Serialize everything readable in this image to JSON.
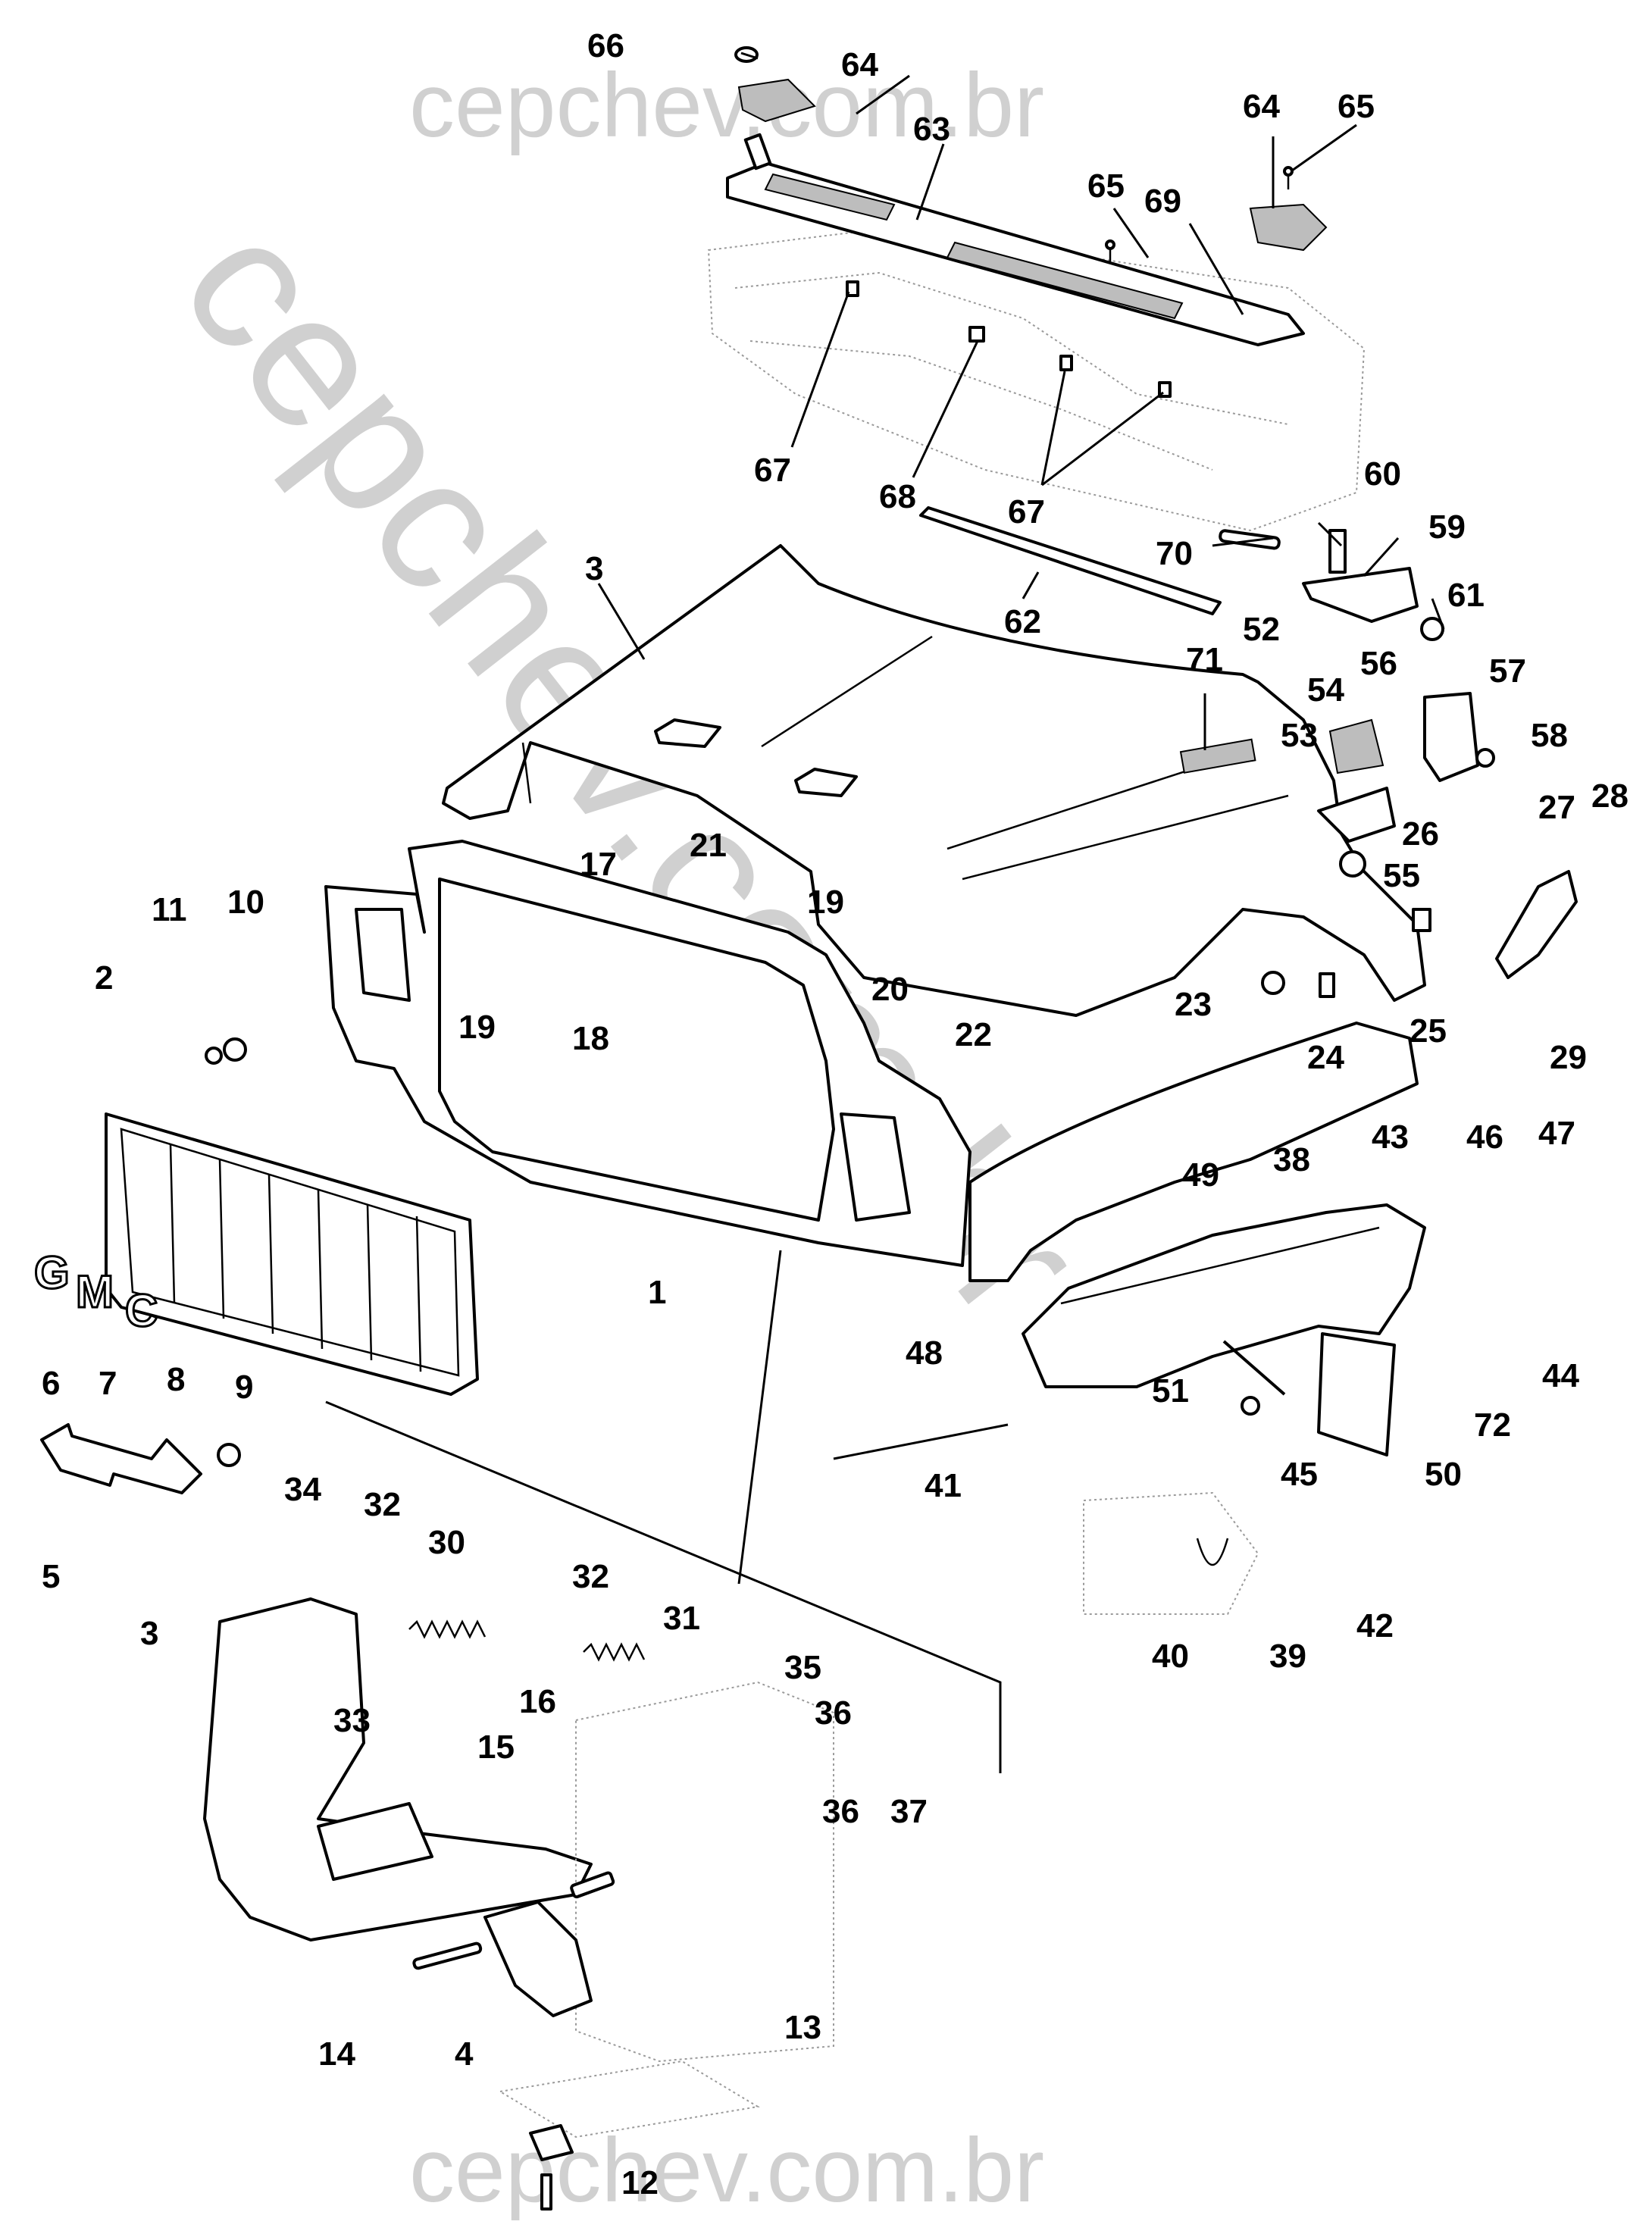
{
  "watermark": {
    "top": "cepchev.com.br",
    "bottom": "cepchev.com.br",
    "diagonal": "cepchev.com.br",
    "color": "#d0d0d0"
  },
  "callouts": {
    "c1": "1",
    "c2": "2",
    "c3a": "3",
    "c3b": "3",
    "c4": "4",
    "c5": "5",
    "c6": "6",
    "c7": "7",
    "c8": "8",
    "c9": "9",
    "c10": "10",
    "c11": "11",
    "c12": "12",
    "c13": "13",
    "c14": "14",
    "c15": "15",
    "c16": "16",
    "c17": "17",
    "c18": "18",
    "c19a": "19",
    "c19b": "19",
    "c20": "20",
    "c21": "21",
    "c22": "22",
    "c23": "23",
    "c24": "24",
    "c25": "25",
    "c26": "26",
    "c27": "27",
    "c28": "28",
    "c29": "29",
    "c30": "30",
    "c31": "31",
    "c32a": "32",
    "c32b": "32",
    "c33": "33",
    "c34": "34",
    "c35": "35",
    "c36a": "36",
    "c36b": "36",
    "c37": "37",
    "c38": "38",
    "c39": "39",
    "c40": "40",
    "c41": "41",
    "c42": "42",
    "c43": "43",
    "c44": "44",
    "c45": "45",
    "c46": "46",
    "c47": "47",
    "c48": "48",
    "c49": "49",
    "c50": "50",
    "c51": "51",
    "c52": "52",
    "c53": "53",
    "c54": "54",
    "c55": "55",
    "c56": "56",
    "c57": "57",
    "c58": "58",
    "c59": "59",
    "c60": "60",
    "c61": "61",
    "c62": "62",
    "c63": "63",
    "c64a": "64",
    "c64b": "64",
    "c65a": "65",
    "c65b": "65",
    "c66": "66",
    "c67a": "67",
    "c67b": "67",
    "c68": "68",
    "c69": "69",
    "c70": "70",
    "c71": "71",
    "c72": "72"
  },
  "parts": {
    "grille_emblem_letters": [
      "G",
      "M",
      "C"
    ]
  }
}
